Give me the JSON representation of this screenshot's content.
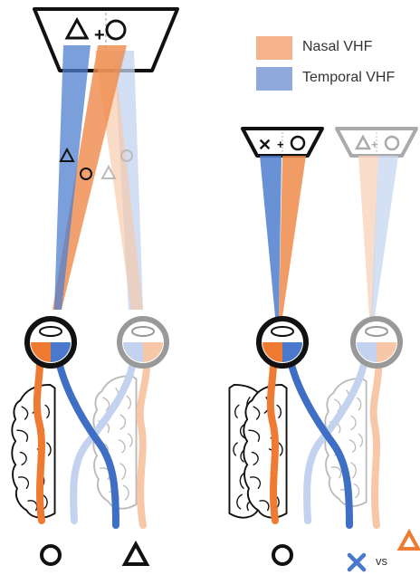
{
  "legend": {
    "nasal": {
      "label": "Nasal VHF",
      "color": "#f4a56e"
    },
    "temporal": {
      "label": "Temporal VHF",
      "color": "#6f95d9"
    }
  },
  "colors": {
    "orange": "#ef7b33",
    "blue": "#4a78cc",
    "light_orange": "#f8c7a8",
    "light_blue": "#c3d3ef",
    "black": "#111111",
    "gray": "#999999"
  },
  "symbols": {
    "left_monitor": "triangle + circle",
    "right_monitor_1": "x + circle",
    "right_monitor_2": "triangle + circle",
    "left_bottom_1": "circle",
    "left_bottom_2": "triangle",
    "right_bottom_1": "circle",
    "right_bottom_2": "x",
    "right_bottom_3": "triangle"
  },
  "vs_text": "vs"
}
